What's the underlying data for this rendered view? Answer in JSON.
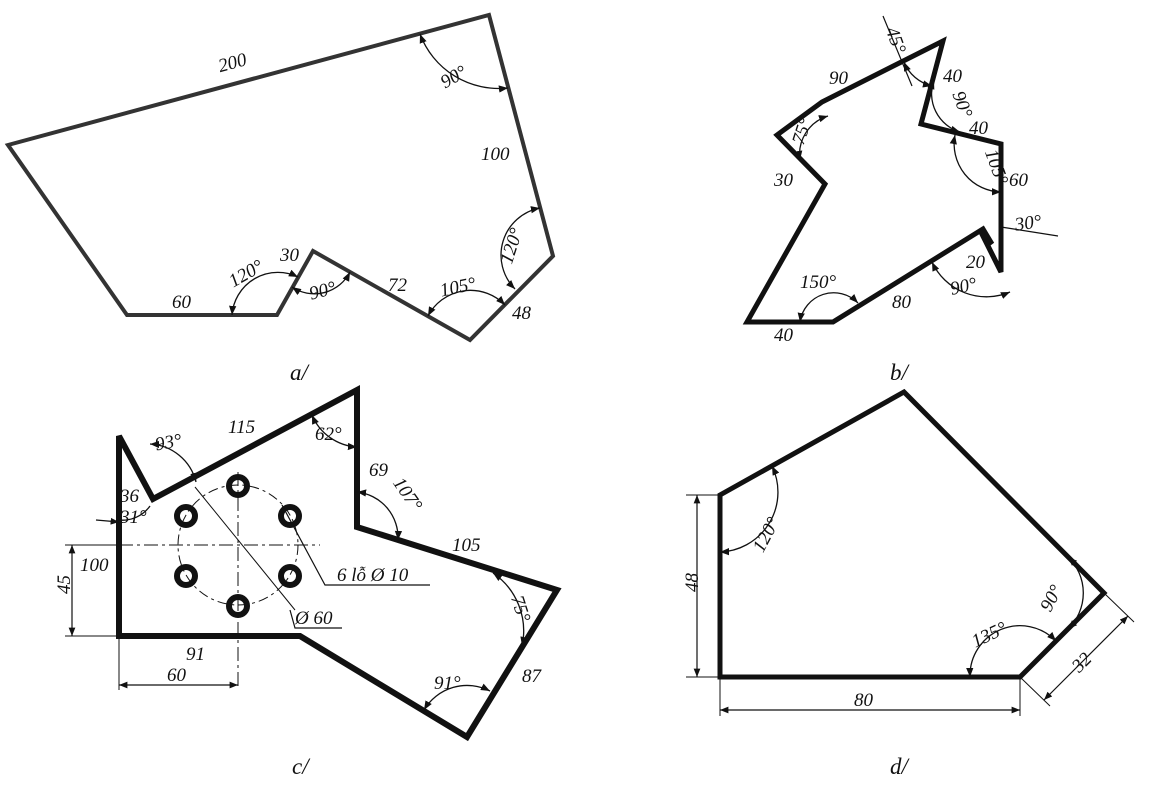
{
  "figures": {
    "a": {
      "caption": "a/",
      "labels": [
        "200",
        "90°",
        "100",
        "120°",
        "48",
        "105°",
        "72",
        "90°",
        "30",
        "120°",
        "60"
      ]
    },
    "b": {
      "caption": "b/",
      "labels": [
        "45°",
        "90",
        "40",
        "90°",
        "40",
        "105°",
        "60",
        "30°",
        "20",
        "90°",
        "80",
        "150°",
        "40",
        "30",
        "75°"
      ]
    },
    "c": {
      "caption": "c/",
      "labels": [
        "115",
        "93°",
        "62°",
        "69",
        "107°",
        "105",
        "75°",
        "87",
        "91°",
        "91",
        "60",
        "45",
        "100",
        "36",
        "31°"
      ],
      "holes_label": "6 lỗ  Ø 10",
      "pcd_label": "Ø 60"
    },
    "d": {
      "caption": "d/",
      "labels": [
        "120°",
        "48",
        "80",
        "135°",
        "90°",
        "32"
      ]
    }
  }
}
